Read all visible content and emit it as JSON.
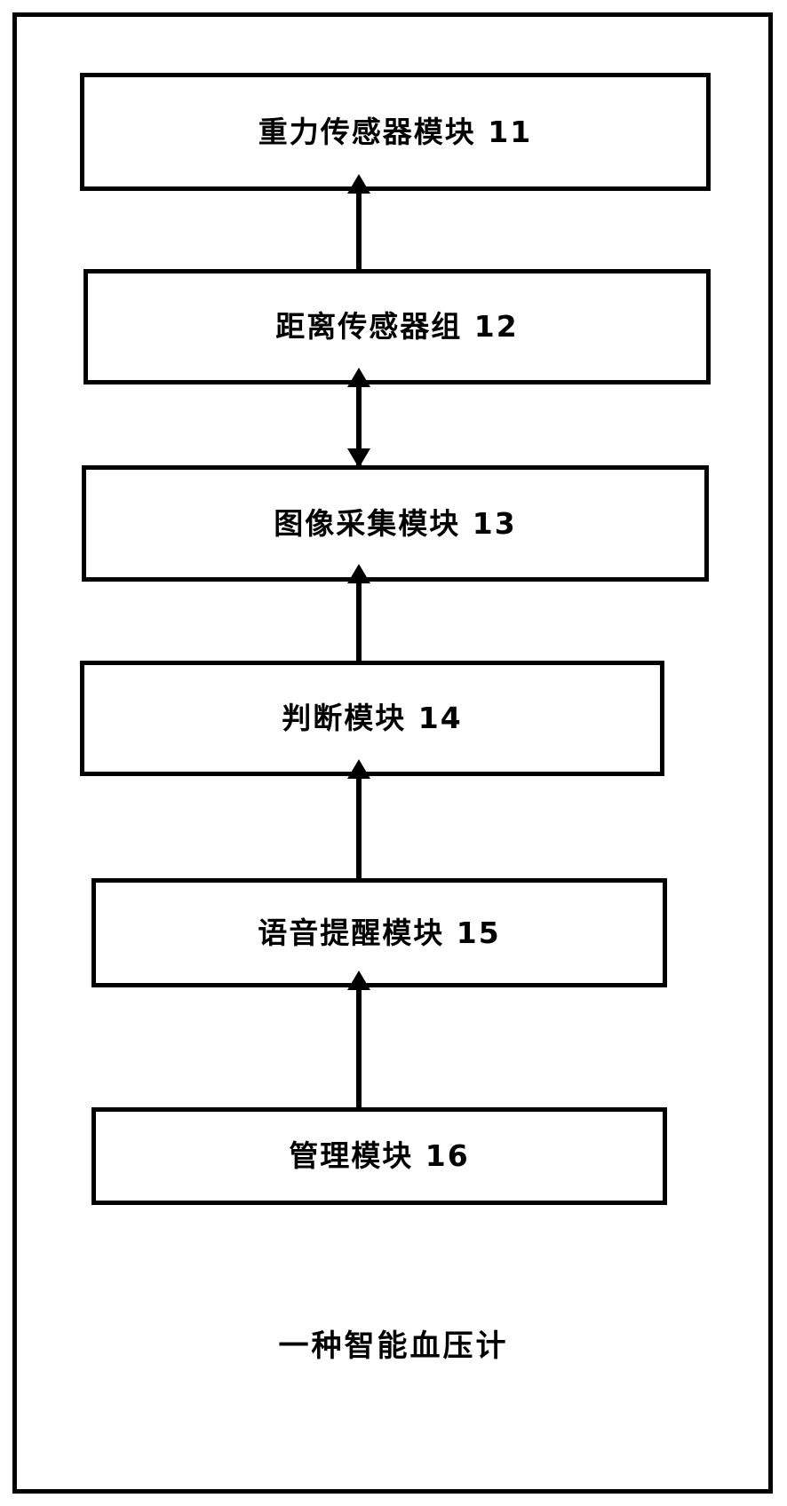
{
  "figure": {
    "caption": "一种智能血压计",
    "frame_color": "#000000",
    "background_color": "#ffffff",
    "diagram_type": "block-flow-diagram"
  },
  "blocks": [
    {
      "id": "11",
      "label": "重力传感器模块 11"
    },
    {
      "id": "12",
      "label": "距离传感器组 12"
    },
    {
      "id": "13",
      "label": "图像采集模块 13"
    },
    {
      "id": "14",
      "label": "判断模块 14"
    },
    {
      "id": "15",
      "label": "语音提醒模块 15"
    },
    {
      "id": "16",
      "label": "管理模块 16"
    }
  ],
  "connectors": [
    {
      "from": "12",
      "to": "11",
      "direction": "up"
    },
    {
      "from": "13",
      "to": "12",
      "direction": "up"
    },
    {
      "from": "12",
      "to": "13",
      "direction": "down"
    },
    {
      "from": "14",
      "to": "13",
      "direction": "up"
    },
    {
      "from": "15",
      "to": "14",
      "direction": "up"
    },
    {
      "from": "16",
      "to": "15",
      "direction": "up"
    }
  ]
}
